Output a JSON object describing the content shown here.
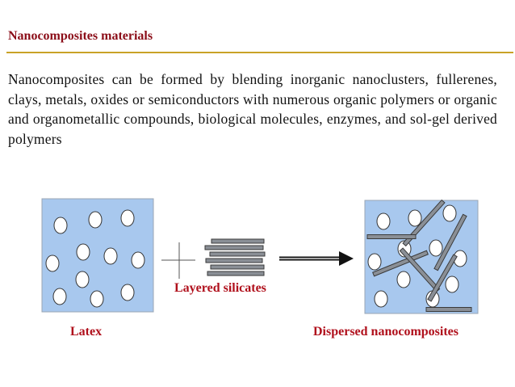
{
  "title": "Nanocomposites materials",
  "paragraph": "Nanocomposites can be formed by blending inorganic nanoclusters, fullerenes, clays, metals, oxides or semiconductors with numerous organic polymers or organic and organometallic compounds, biological molecules, enzymes, and sol-gel derived polymers",
  "diagram": {
    "latex_label": "Latex",
    "silicates_label": "Layered silicates",
    "dispersed_label": "Dispersed nanocomposites"
  },
  "colors": {
    "title": "#8b0d18",
    "rule": "#c9a227",
    "caption": "#b0101c",
    "box_fill": "#a8c8ee",
    "silicate_gray": "#8a8f96"
  }
}
